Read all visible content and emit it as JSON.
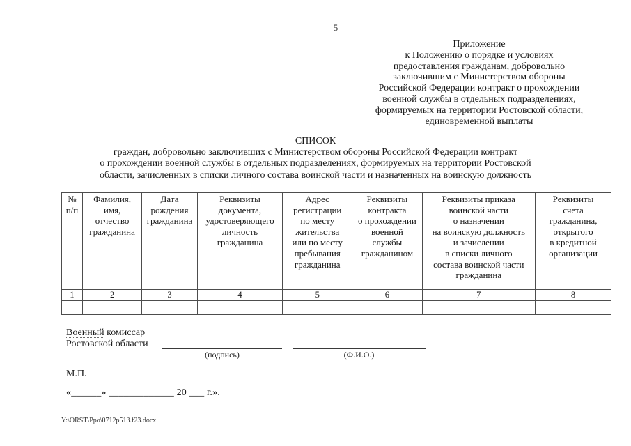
{
  "page": {
    "number": "5",
    "footer_path": "Y:\\ORST\\Ppo\\0712p513.f23.docx"
  },
  "appendix": {
    "lines": [
      "Приложение",
      "к Положению о порядке и условиях",
      "предоставления гражданам, добровольно",
      "заключившим с Министерством обороны",
      "Российской Федерации контракт о прохождении",
      "военной службы в отдельных подразделениях,",
      "формируемых на территории Ростовской области,",
      "единовременной выплаты"
    ]
  },
  "title": {
    "heading": "СПИСОК",
    "subtitle_lines": [
      "граждан, добровольно заключивших с Министерством обороны Российской Федерации контракт",
      "о прохождении военной службы в отдельных подразделениях, формируемых на территории Ростовской",
      "области, зачисленных в списки личного состава воинской части и назначенных на воинскую должность"
    ]
  },
  "table": {
    "headers": [
      "№\nп/п",
      "Фамилия,\nимя,\nотчество\nгражданина",
      "Дата\nрождения\nгражданина",
      "Реквизиты\nдокумента,\nудостоверяющего\nличность\nгражданина",
      "Адрес\nрегистрации\nпо месту\nжительства\nили по месту\nпребывания\nгражданина",
      "Реквизиты\nконтракта\nо прохождении\nвоенной\nслужбы\nгражданином",
      "Реквизиты приказа\nвоинской части\nо назначении\nна воинскую должность\nи зачислении\nв списки личного\nсостава воинской части\nгражданина",
      "Реквизиты\nсчета\nгражданина,\nоткрытого\nв кредитной\nорганизации"
    ],
    "numbers_row": [
      "1",
      "2",
      "3",
      "4",
      "5",
      "6",
      "7",
      "8"
    ]
  },
  "signature": {
    "role_word1": "Военный",
    "role_rest": "комиссар",
    "role_line2": "Ростовской области",
    "fields": [
      {
        "label": "(подпись)"
      },
      {
        "label": "(Ф.И.О.)"
      }
    ]
  },
  "stamp": {
    "label": "М.П."
  },
  "date_line": {
    "text": "«______» _____________ 20 ___ г.»."
  }
}
